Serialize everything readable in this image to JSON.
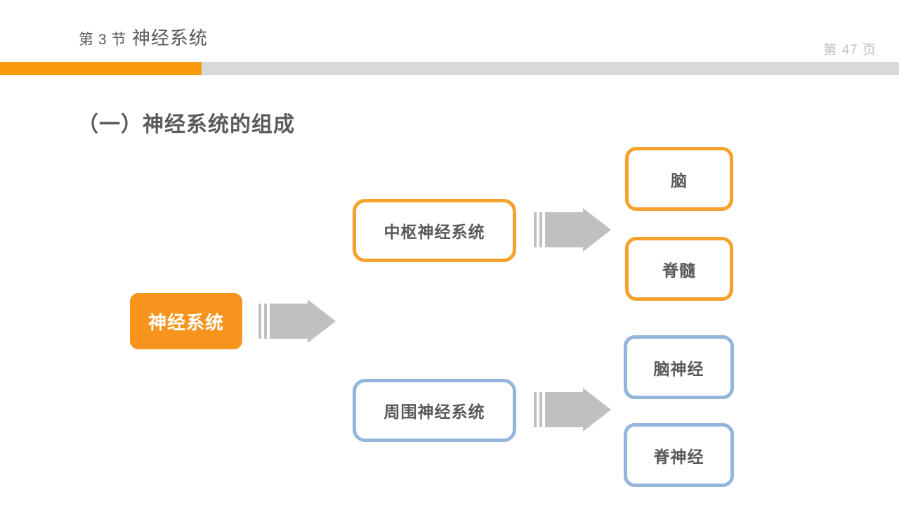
{
  "header": {
    "section_prefix": "第 3 节",
    "section_title": "神经系统",
    "page_label": "第 47 页"
  },
  "slide": {
    "title": "（一）神经系统的组成"
  },
  "colors": {
    "orange": "#f7941e",
    "orange_rule": "#f99a0c",
    "orange_border": "#f4a22c",
    "blue_border": "#94b6de",
    "gray_rule": "#d9d9d9",
    "gray_arrow": "#c0c0c0",
    "text_dark": "#595959",
    "page_number": "#c2c2c2"
  },
  "diagram": {
    "type": "tree",
    "root": {
      "label": "神经系统",
      "style": "orange-filled"
    },
    "branches": [
      {
        "label": "中枢神经系统",
        "style": "orange-outline",
        "children": [
          {
            "label": "脑",
            "style": "orange-outline"
          },
          {
            "label": "脊髓",
            "style": "orange-outline"
          }
        ]
      },
      {
        "label": "周围神经系统",
        "style": "blue-outline",
        "children": [
          {
            "label": "脑神经",
            "style": "blue-outline"
          },
          {
            "label": "脊神经",
            "style": "blue-outline"
          }
        ]
      }
    ],
    "arrows": [
      {
        "name": "root-to-branches",
        "direction": "right"
      },
      {
        "name": "cns-to-children",
        "direction": "right"
      },
      {
        "name": "pns-to-children",
        "direction": "right"
      }
    ]
  }
}
